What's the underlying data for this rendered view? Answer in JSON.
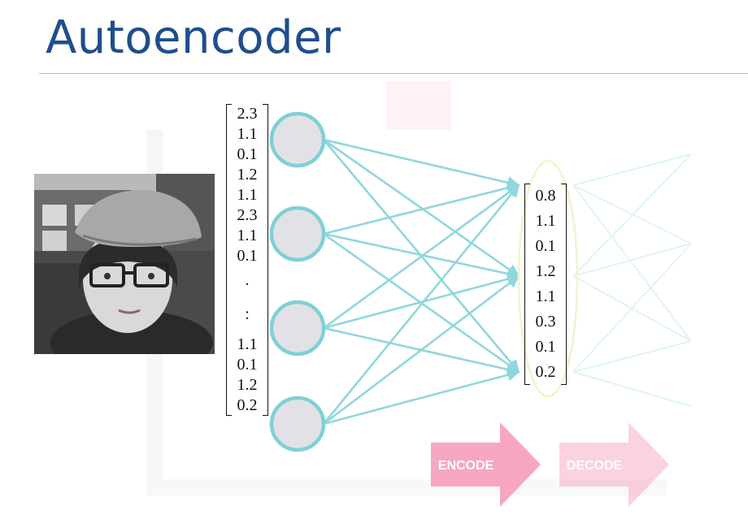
{
  "slide": {
    "title": "Autoencoder"
  },
  "input_vector": [
    "2.3",
    "1.1",
    "0.1",
    "1.2",
    "1.1",
    "2.3",
    "1.1",
    "0.1",
    ".",
    ":",
    "1.1",
    "0.1",
    "1.2",
    "0.2"
  ],
  "code_vector": [
    "0.8",
    "1.1",
    "0.1",
    "1.2",
    "1.1",
    "0.3",
    "0.1",
    "0.2"
  ],
  "arrows": {
    "encode": "ENCODE",
    "decode": "DECODE"
  },
  "colors": {
    "title": "#1f4e8c",
    "node_fill": "#e2e2e6",
    "node_stroke": "#7fd0d6",
    "edge": "#8fd7dd",
    "arrow": "#f7a6c2"
  }
}
